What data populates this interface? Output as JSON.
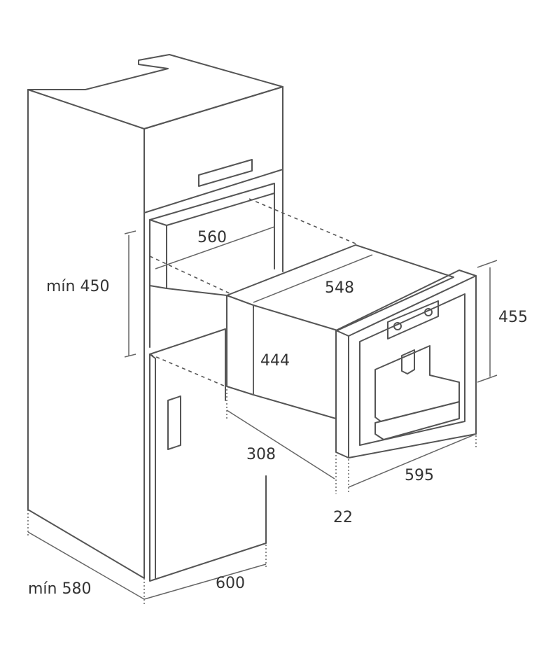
{
  "dimensions": {
    "niche_width": "560",
    "niche_height": "mín 450",
    "cabinet_depth": "mín 580",
    "cabinet_width": "600",
    "appliance_width": "548",
    "appliance_height": "444",
    "appliance_depth": "308",
    "front_height": "455",
    "front_width": "595",
    "front_thickness": "22"
  }
}
